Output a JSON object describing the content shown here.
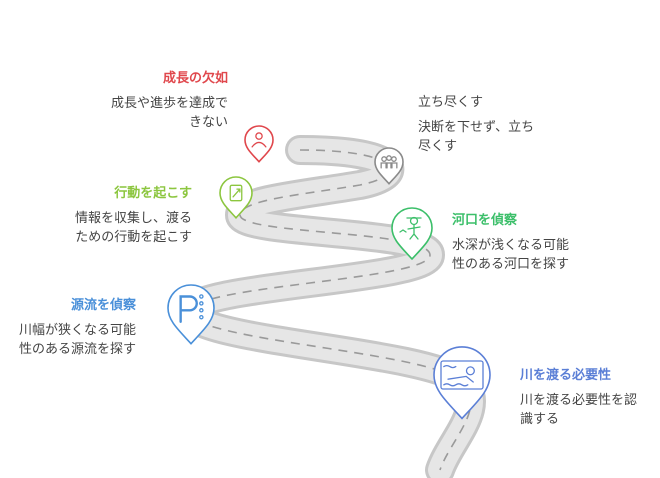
{
  "steps": [
    {
      "title": "成長の欠如",
      "desc_lines": [
        "成長や進歩を達成で",
        "きない"
      ],
      "color": "#e0474c",
      "icon": "person-icon"
    },
    {
      "title": "",
      "desc_header": "立ち尽くす",
      "desc_lines": [
        "決断を下せず、立ち",
        "尽くす"
      ],
      "color": "#8a8a8a",
      "icon": "crowd-icon"
    },
    {
      "title": "行動を起こす",
      "desc_lines": [
        "情報を収集し、渡る",
        "ための行動を起こす"
      ],
      "color": "#8cc63f",
      "icon": "document-icon"
    },
    {
      "title": "河口を偵察",
      "desc_lines": [
        "水深が浅くなる可能",
        "性のある河口を探す"
      ],
      "color": "#3cbf6a",
      "icon": "explorer-icon"
    },
    {
      "title": "源流を偵察",
      "desc_lines": [
        "川幅が狭くなる可能",
        "性のある源流を探す"
      ],
      "color": "#4a90d9",
      "icon": "parking-sign-icon"
    },
    {
      "title": "川を渡る必要性",
      "desc_lines": [
        "川を渡る必要性を認",
        "識する"
      ],
      "color": "#5b7fd6",
      "icon": "swimmer-icon"
    }
  ]
}
